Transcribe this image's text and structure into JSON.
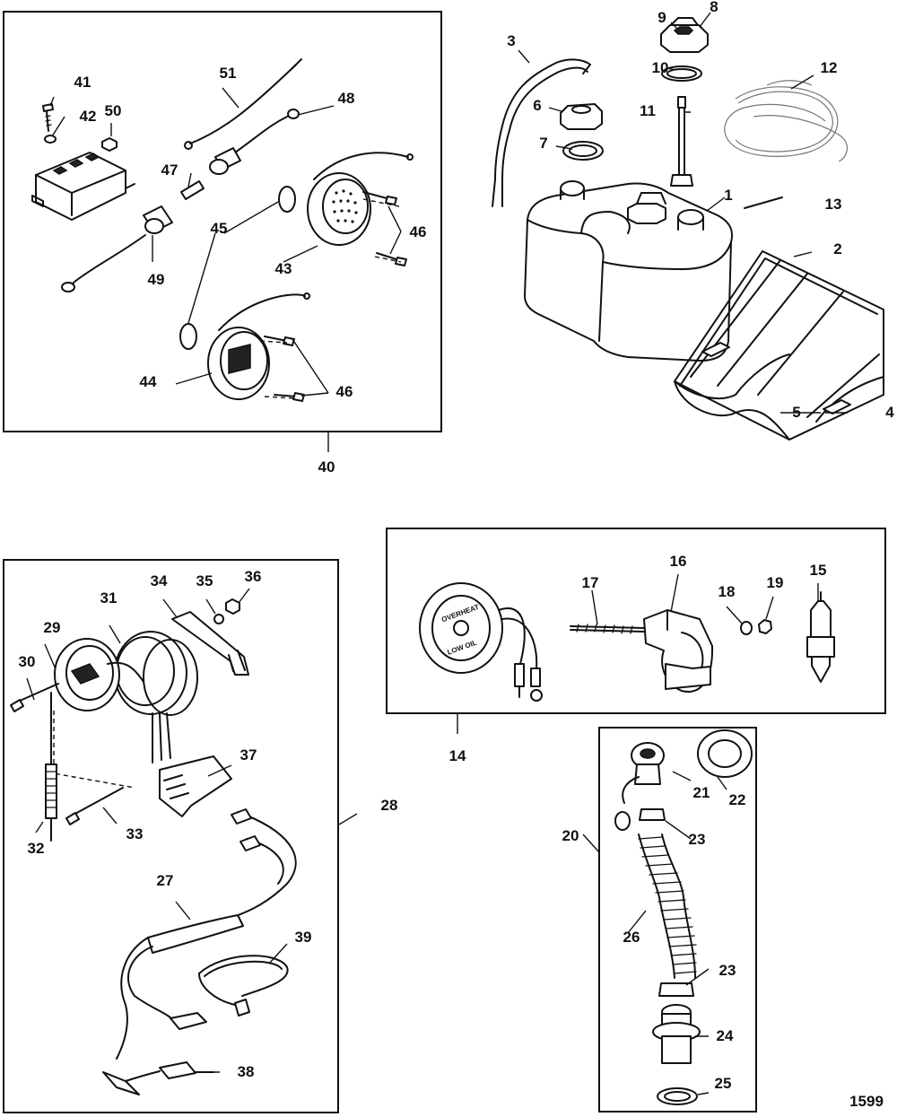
{
  "figure_number": "1599",
  "boxes": [
    {
      "id": "box-40",
      "callout": "40"
    },
    {
      "id": "box-28",
      "callout": "28"
    },
    {
      "id": "box-14",
      "callout": "14"
    },
    {
      "id": "box-20",
      "callout": "20"
    }
  ],
  "gauge_text": {
    "line1": "OVERHEAT",
    "line2": "LOW OIL"
  },
  "callouts": [
    {
      "n": "1"
    },
    {
      "n": "2"
    },
    {
      "n": "3"
    },
    {
      "n": "4"
    },
    {
      "n": "5"
    },
    {
      "n": "6"
    },
    {
      "n": "7"
    },
    {
      "n": "8"
    },
    {
      "n": "9"
    },
    {
      "n": "10"
    },
    {
      "n": "11"
    },
    {
      "n": "12"
    },
    {
      "n": "13"
    },
    {
      "n": "14"
    },
    {
      "n": "15"
    },
    {
      "n": "16"
    },
    {
      "n": "17"
    },
    {
      "n": "18"
    },
    {
      "n": "19"
    },
    {
      "n": "20"
    },
    {
      "n": "21"
    },
    {
      "n": "22"
    },
    {
      "n": "23"
    },
    {
      "n": "23"
    },
    {
      "n": "24"
    },
    {
      "n": "25"
    },
    {
      "n": "26"
    },
    {
      "n": "27"
    },
    {
      "n": "28"
    },
    {
      "n": "29"
    },
    {
      "n": "30"
    },
    {
      "n": "31"
    },
    {
      "n": "32"
    },
    {
      "n": "33"
    },
    {
      "n": "34"
    },
    {
      "n": "35"
    },
    {
      "n": "36"
    },
    {
      "n": "37"
    },
    {
      "n": "38"
    },
    {
      "n": "39"
    },
    {
      "n": "40"
    },
    {
      "n": "41"
    },
    {
      "n": "42"
    },
    {
      "n": "43"
    },
    {
      "n": "44"
    },
    {
      "n": "45"
    },
    {
      "n": "46"
    },
    {
      "n": "46"
    },
    {
      "n": "47"
    },
    {
      "n": "48"
    },
    {
      "n": "49"
    },
    {
      "n": "50"
    },
    {
      "n": "51"
    }
  ]
}
